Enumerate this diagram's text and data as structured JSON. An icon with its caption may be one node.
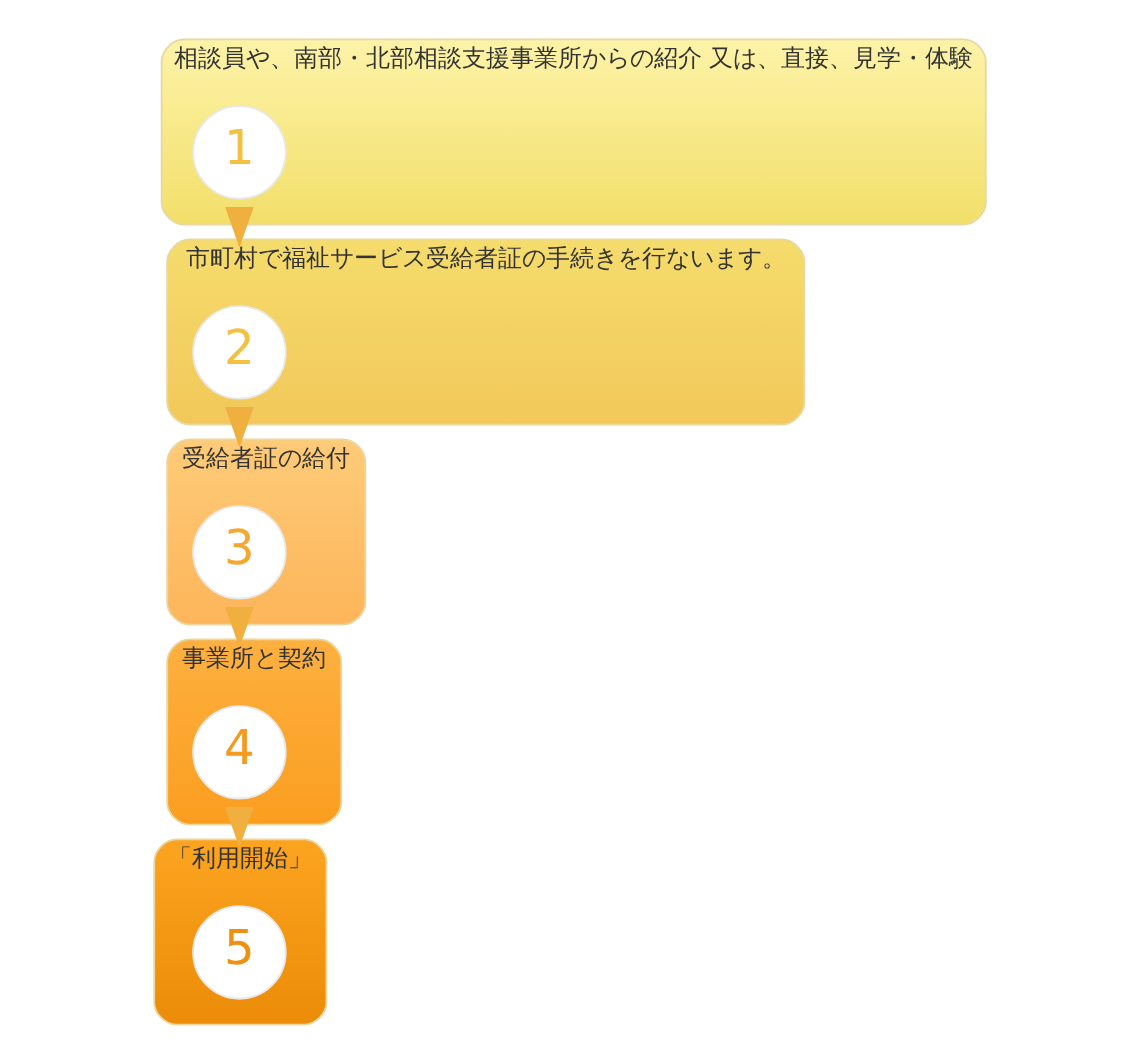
{
  "diagram": {
    "nodes": [
      {
        "text": [
          "相談員や、南部・北部相談支援事業所からの紹介 又は、直接、見学・体験"
        ]
      },
      {
        "text": [
          "1"
        ],
        "in": 0
      },
      {
        "text": [
          "市町村で福祉サービス受給者証の手続きを行ないます。"
        ]
      },
      {
        "text": [
          "2"
        ],
        "in": 2
      },
      {
        "text": [
          "受給者証の給付"
        ]
      },
      {
        "text": [
          "3"
        ],
        "in": 4
      },
      {
        "text": [
          "事業所と契約"
        ]
      },
      {
        "text": [
          "4"
        ],
        "in": 6
      },
      {
        "text": [
          "「利用開始」"
        ]
      },
      {
        "text": [
          "5"
        ],
        "in": 8
      }
    ],
    "edges": [
      {
        "from": 0,
        "to": 2,
        "arrow": "to"
      },
      {
        "from": 2,
        "to": 4,
        "arrow": "to"
      },
      {
        "from": 4,
        "to": 6,
        "arrow": "to"
      },
      {
        "from": 6,
        "to": 8,
        "arrow": "to"
      }
    ]
  }
}
